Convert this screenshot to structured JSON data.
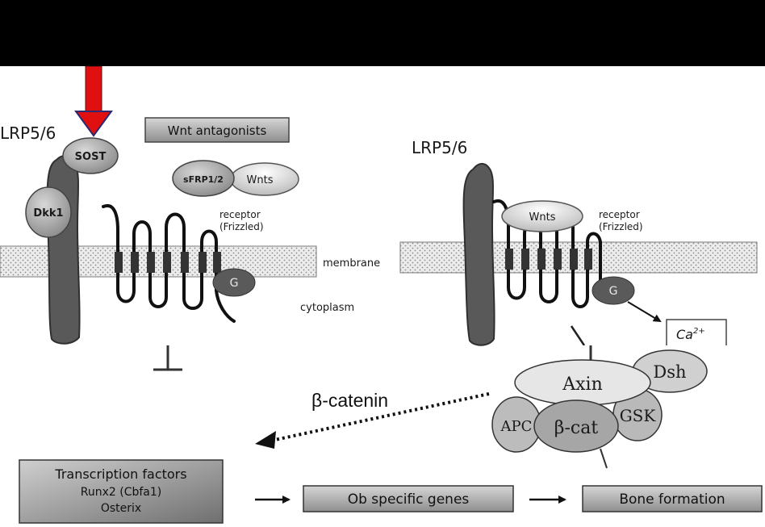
{
  "left_panel": {
    "lrp_label": "LRP5/6",
    "sost_label": "SOST",
    "dkk1_label": "Dkk1",
    "antagonists_label": "Wnt antagonists",
    "sfrp_label": "sFRP1/2",
    "wnts_label": "Wnts",
    "receptor_label_1": "receptor",
    "receptor_label_2": "(Frizzled)",
    "membrane_label": "membrane",
    "cytoplasm_label": "cytoplasm",
    "g_label": "G",
    "inhibit_symbol": "⊥"
  },
  "right_panel": {
    "lrp_label": "LRP5/6",
    "wnts_label": "Wnts",
    "receptor_label_1": "receptor",
    "receptor_label_2": "(Frizzled)",
    "g_label": "G",
    "calcium_label": "Ca",
    "calcium_charge": "2+"
  },
  "complex": {
    "axin_label": "Axin",
    "dsh_label": "Dsh",
    "apc_label": "APC",
    "bcat_label": "β-cat",
    "gsk_label": "GSK"
  },
  "beta_catenin_label": "β-catenin",
  "pipeline": {
    "tf_title": "Transcription factors",
    "tf_line2": "Runx2 (Cbfa1)",
    "tf_line3": "Osterix",
    "ob_genes": "Ob specific genes",
    "bone_formation": "Bone formation"
  },
  "colors": {
    "arrow_red": "#e01010",
    "membrane": "#e2e2e2",
    "dark_protein": "#555555",
    "light_protein": "#bdbdbd"
  }
}
